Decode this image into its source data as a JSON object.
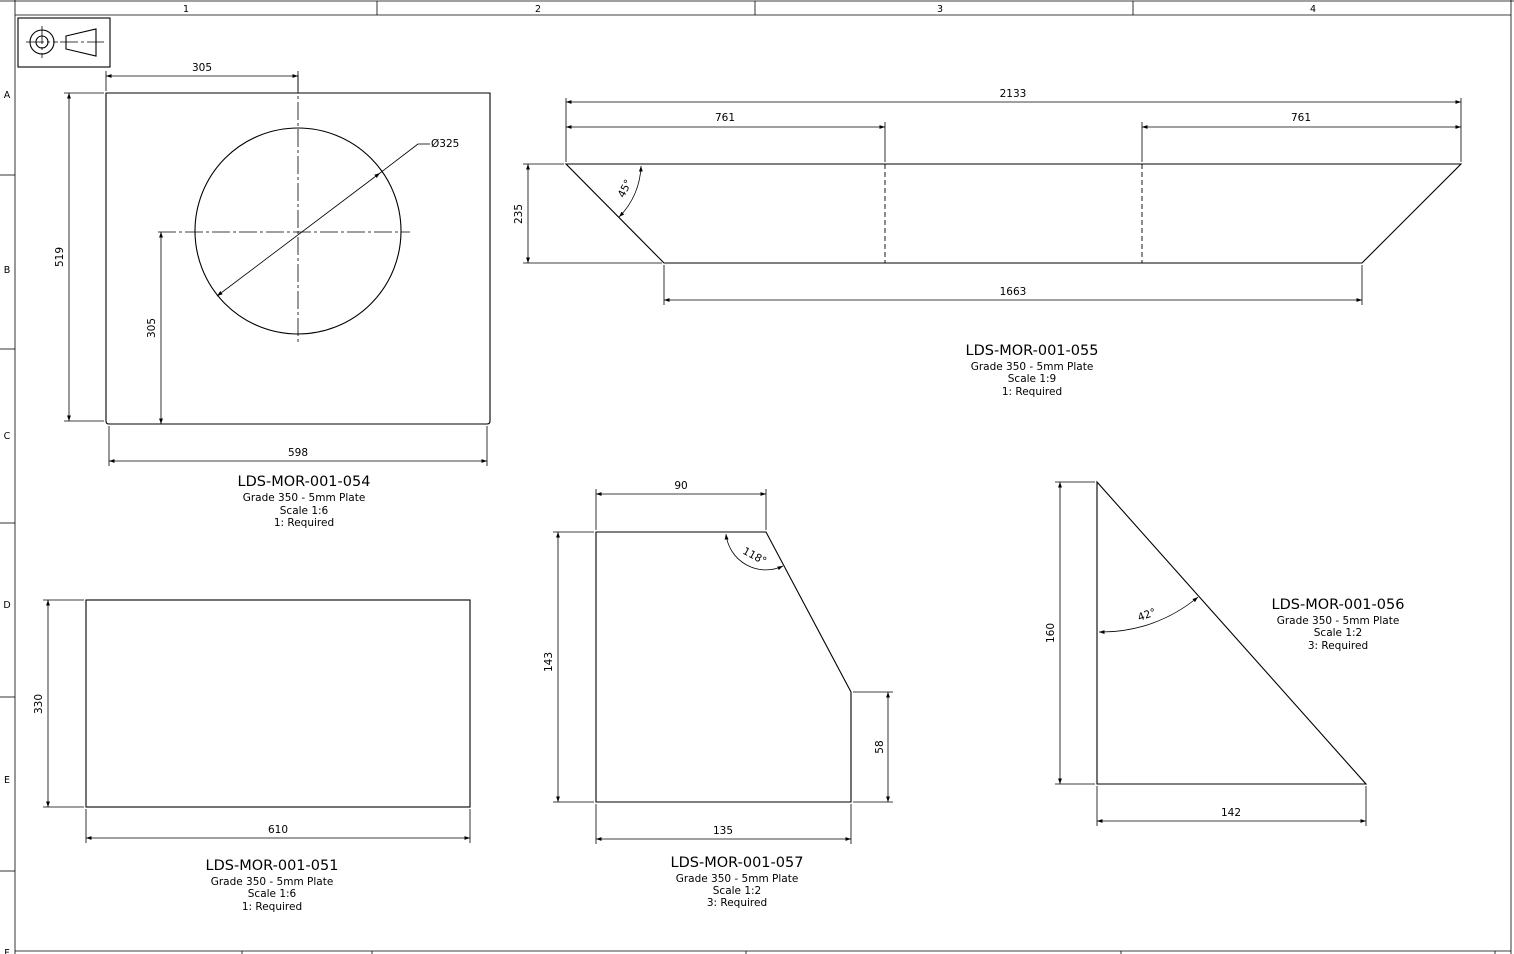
{
  "zone_labels": {
    "columns": [
      "1",
      "2",
      "3",
      "4"
    ],
    "rows": [
      "A",
      "B",
      "C",
      "D",
      "E",
      "F"
    ]
  },
  "projection_symbol": "third-angle-projection-icon",
  "parts": [
    {
      "id": "LDS-MOR-001-054",
      "material": "Grade 350 - 5mm Plate",
      "scale": "Scale 1:6",
      "qty": "1: Required",
      "dims": {
        "top": "305",
        "height": "519",
        "hole_y": "305",
        "width": "598",
        "diameter": "Ø325"
      }
    },
    {
      "id": "LDS-MOR-001-055",
      "material": "Grade 350 - 5mm Plate",
      "scale": "Scale 1:9",
      "qty": "1: Required",
      "dims": {
        "overall": "2133",
        "left_bend": "761",
        "right_bend": "761",
        "height": "235",
        "bottom": "1663",
        "angle": "45°"
      }
    },
    {
      "id": "LDS-MOR-001-051",
      "material": "Grade 350 - 5mm Plate",
      "scale": "Scale 1:6",
      "qty": "1: Required",
      "dims": {
        "height": "330",
        "width": "610"
      }
    },
    {
      "id": "LDS-MOR-001-057",
      "material": "Grade 350 - 5mm Plate",
      "scale": "Scale 1:2",
      "qty": "3: Required",
      "dims": {
        "top": "90",
        "height": "143",
        "right": "58",
        "bottom": "135",
        "angle": "118°"
      }
    },
    {
      "id": "LDS-MOR-001-056",
      "material": "Grade 350 - 5mm Plate",
      "scale": "Scale 1:2",
      "qty": "3: Required",
      "dims": {
        "height": "160",
        "bottom": "142",
        "angle": "42°"
      }
    }
  ]
}
